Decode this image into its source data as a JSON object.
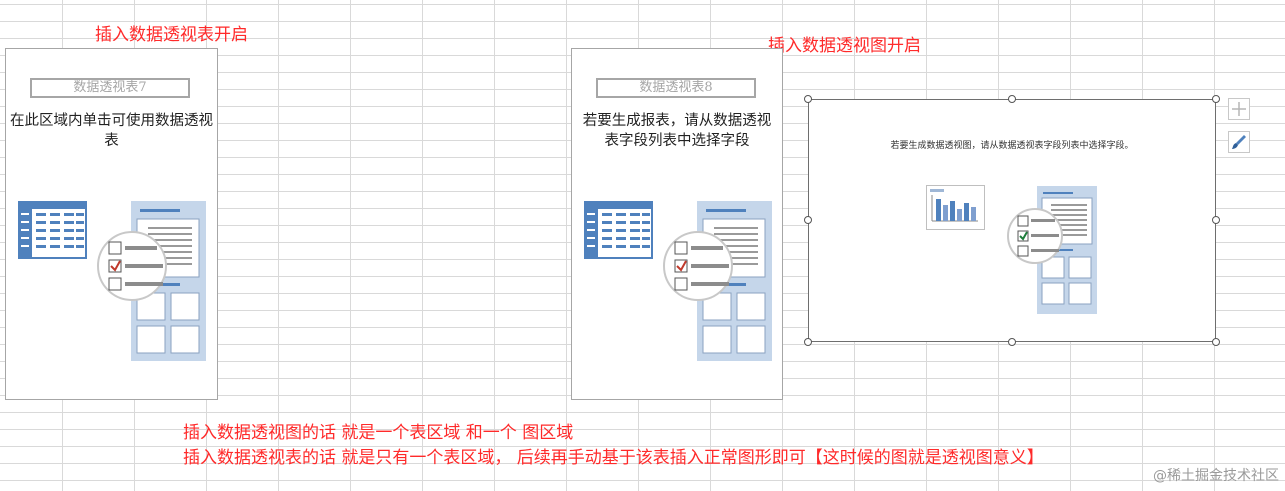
{
  "annotations": {
    "table_title": "插入数据透视表开启",
    "chart_title": "插入数据透视图开启",
    "note_line1": "插入数据透视图的话 就是一个表区域 和一个 图区域",
    "note_line2": "插入数据透视表的话 就是只有一个表区域， 后续再手动基于该表插入正常图形即可【这时候的图就是透视图意义】"
  },
  "pivot_table_7": {
    "name": "数据透视表7",
    "instruction": "在此区域内单击可使用数据透视表"
  },
  "pivot_table_8": {
    "name": "数据透视表8",
    "instruction": "若要生成报表，请从数据透视表字段列表中选择字段"
  },
  "pivot_chart": {
    "message": "若要生成数据透视图，请从数据透视表字段列表中选择字段。"
  },
  "chart_tools": {
    "elements_icon": "plus-icon",
    "styles_icon": "brush-icon"
  },
  "watermark": "@稀土掘金技术社区",
  "colors": {
    "annotation": "#ff2a2a",
    "illustration_blue": "#4f81bd",
    "panel_blue": "#c5d6ea",
    "check_red": "#c0392b"
  }
}
